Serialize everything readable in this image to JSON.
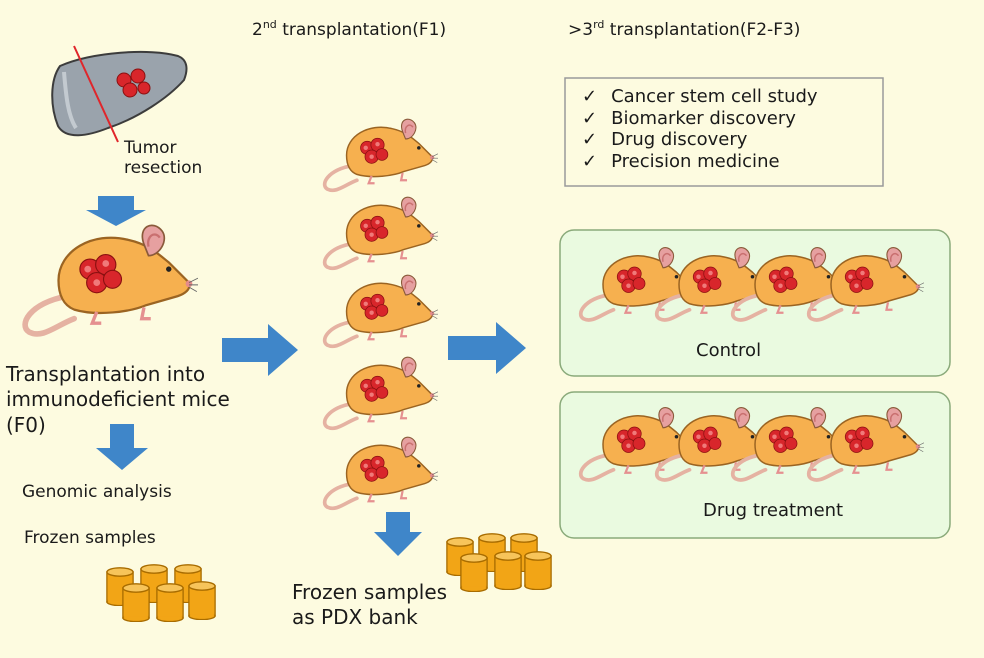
{
  "header": {
    "f1": {
      "prefix": "2",
      "sup": "nd",
      "suffix": " transplantation(F1)"
    },
    "f2f3": {
      "prefix": ">3",
      "sup": "rd",
      "suffix": " transplantation(F2-F3)"
    }
  },
  "f0": {
    "tumor_line1": "Tumor",
    "tumor_line2": "resection",
    "transplant_line1": "Transplantation into",
    "transplant_line2": "immunodeficient mice",
    "transplant_line3": "(F0)",
    "genomic": "Genomic analysis",
    "frozen": "Frozen samples"
  },
  "f1": {
    "bank_line1": "Frozen samples",
    "bank_line2": "as PDX bank"
  },
  "applications": [
    "Cancer stem cell study",
    "Biomarker discovery",
    "Drug discovery",
    "Precision medicine"
  ],
  "check_glyph": "✓",
  "groups": {
    "control": "Control",
    "treatment": "Drug treatment"
  },
  "colors": {
    "background": "#fdfbe0",
    "mouse_body": "#f6b04f",
    "tumor": "#d8262b",
    "tail": "#e9b7a8",
    "arrow": "#3f86c9",
    "vial": "#f2a516",
    "liver": "#9aa3ac",
    "group_box": "#eafae0",
    "group_border": "#8aaa7a"
  },
  "icons": [
    "liver-icon",
    "mouse-icon",
    "arrow-icon",
    "vial-icon"
  ]
}
